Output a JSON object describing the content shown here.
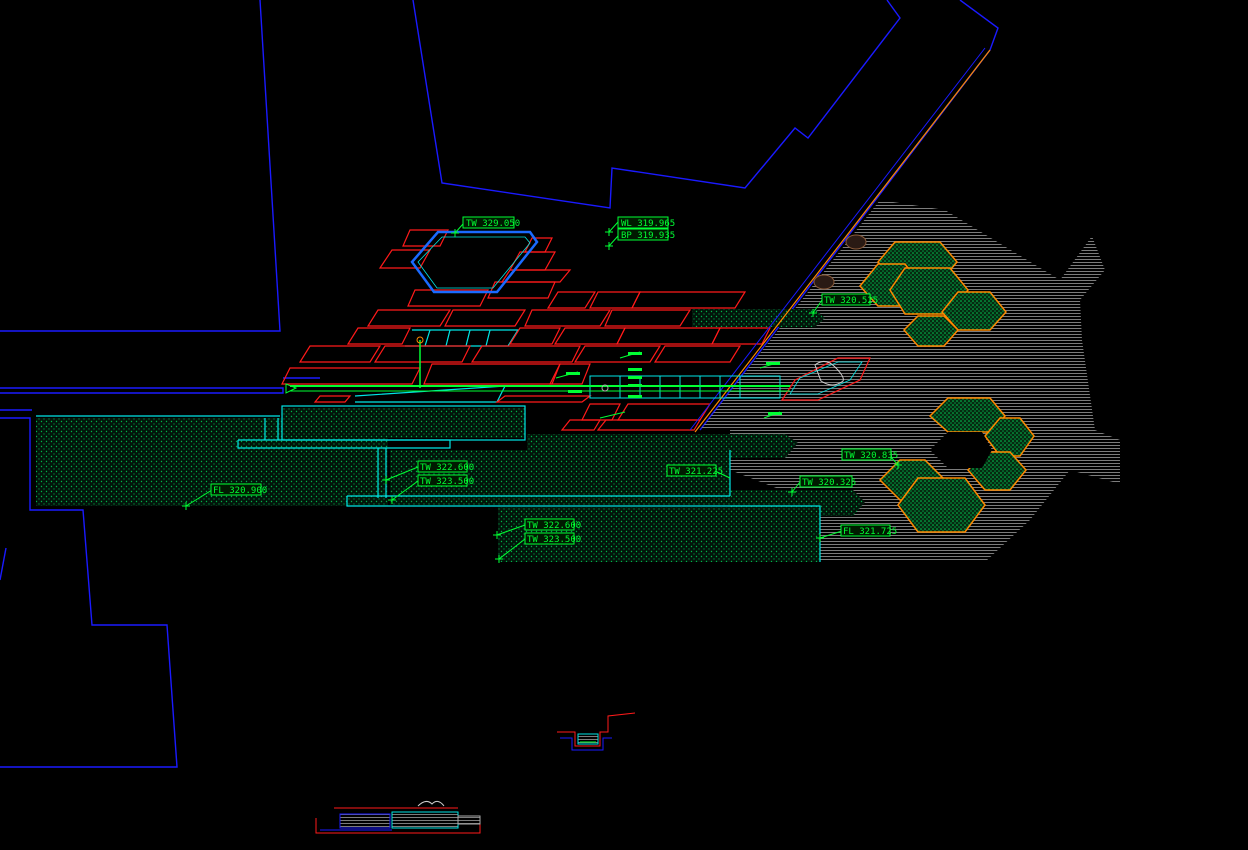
{
  "drawing": {
    "background": "#000000",
    "colors": {
      "boundary": "#1a1aff",
      "paving": "#ff1a1a",
      "wall": "#00e5e5",
      "planting_hatch": "#00cc55",
      "label": "#00ff33",
      "hatch_gray": "#8a8a8a",
      "hex_orange": "#ff8800"
    },
    "spot_levels": [
      {
        "id": "tw-329-050",
        "text": "TW 329.050"
      },
      {
        "id": "wl-319-965",
        "text": "WL 319.965"
      },
      {
        "id": "bp-319-935",
        "text": "BP 319.935"
      },
      {
        "id": "tw-320-525",
        "text": "TW 320.525"
      },
      {
        "id": "tw-322-600-a",
        "text": "TW 322.600"
      },
      {
        "id": "tw-323-500-a",
        "text": "TW 323.500"
      },
      {
        "id": "fl-320-900",
        "text": "FL 320.900"
      },
      {
        "id": "tw-321-225",
        "text": "TW 321.225"
      },
      {
        "id": "tw-320-835",
        "text": "TW 320.835"
      },
      {
        "id": "tw-320-325",
        "text": "TW 320.325"
      },
      {
        "id": "fl-321-725",
        "text": "FL 321.725"
      },
      {
        "id": "tw-322-600-b",
        "text": "TW 322.600"
      },
      {
        "id": "tw-323-500-b",
        "text": "TW 323.500"
      }
    ]
  }
}
